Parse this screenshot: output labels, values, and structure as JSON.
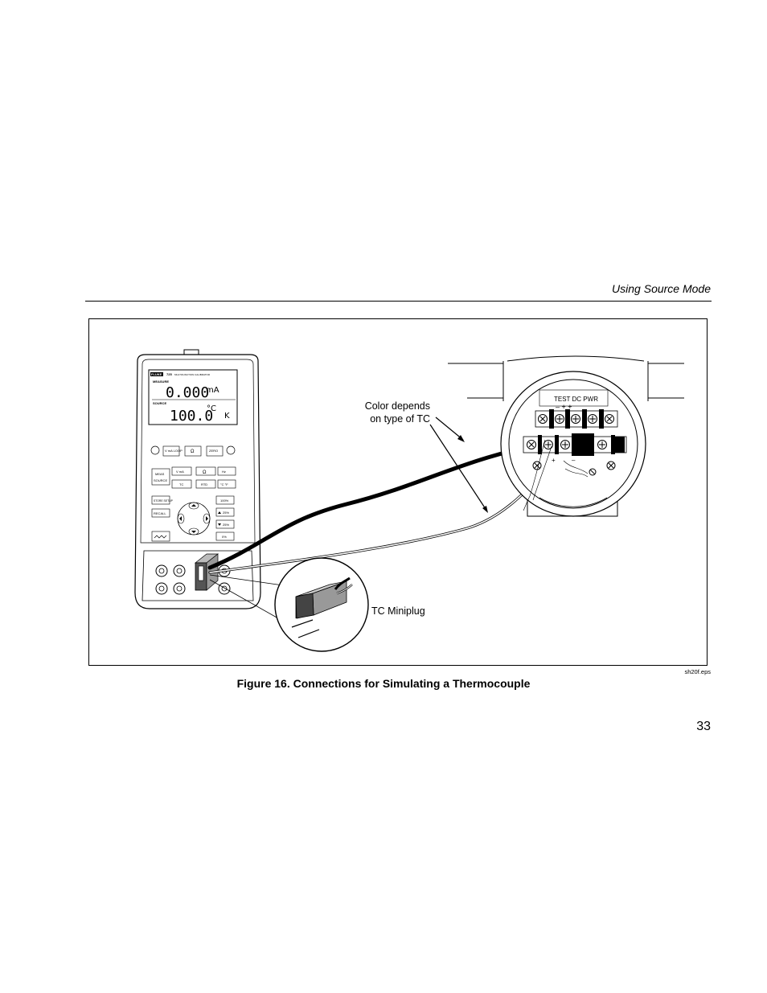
{
  "header": {
    "section_title": "Using Source Mode"
  },
  "figure": {
    "callout_color_line1": "Color depends",
    "callout_color_line2": "on type of TC",
    "callout_plug": "TC Miniplug",
    "terminal_label": "TEST DC PWR",
    "terminal_signs": "–  + +",
    "calibrator": {
      "brand": "FLUKE",
      "model": "725",
      "model_desc": "MULTIFUNCTION CALIBRATOR",
      "measure_label": "MEASURE",
      "measure_value": "0.000",
      "measure_unit": "mA",
      "source_label": "SOURCE",
      "source_value": "100.0",
      "source_unit": "°C",
      "source_side": "K",
      "keys": {
        "v_ma_loop": "V mA LOOP",
        "ohm": "Ω",
        "zero": "ZERO",
        "v_ma": "V mA",
        "ohm2": "Ω",
        "hz": "Hz",
        "meas": "MEAS",
        "source": "SOURCE",
        "tc": "TC",
        "rtd": "RTD",
        "deg": "°C °F",
        "store_setup": "STORE SETUP",
        "recall": "RECALL",
        "p100": "100%",
        "p25up": "25%",
        "p25down": "25%",
        "p0": "0%"
      }
    }
  },
  "file_label": "sh20f.eps",
  "caption": "Figure 16. Connections for Simulating a Thermocouple",
  "page_number": "33"
}
